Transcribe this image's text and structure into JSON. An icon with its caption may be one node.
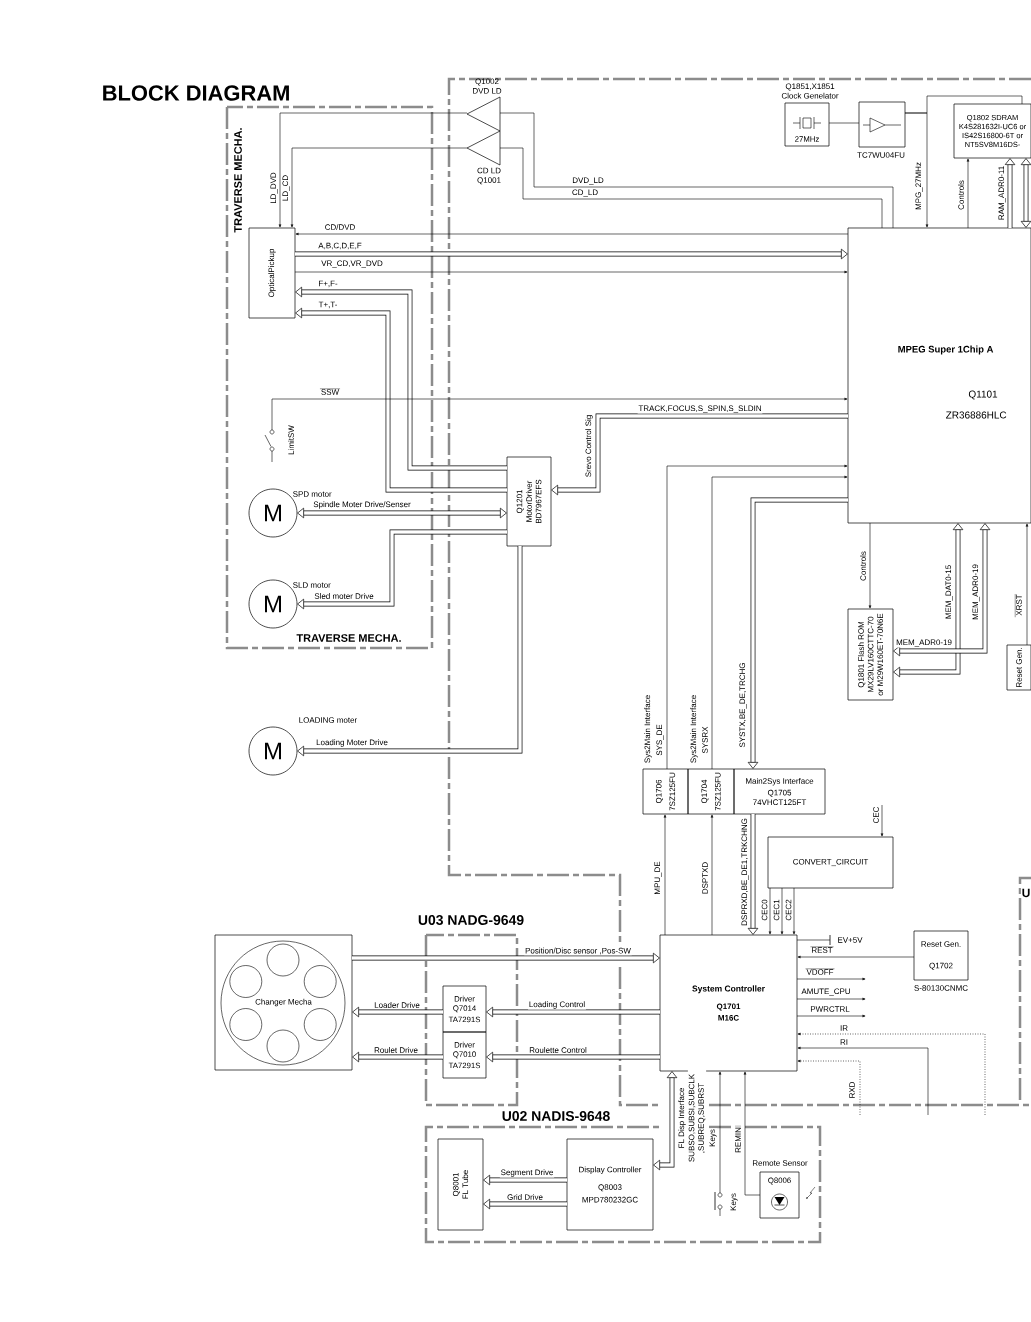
{
  "diagram": {
    "title": "BLOCK DIAGRAM",
    "nodes": [
      {
        "text": [
          "TRAVERSE MECHA.",
          "TRAVERSE MECHA."
        ]
      },
      {
        "text": [
          "OpticalPickup"
        ],
        "in": 0
      },
      {
        "text": [
          "LimitSW"
        ],
        "in": 0
      },
      {
        "text": [
          "M"
        ],
        "beside": [
          "SPD motor"
        ],
        "in": 0
      },
      {
        "text": [
          "M"
        ],
        "beside": [
          "SLD motor"
        ],
        "in": 0
      },
      {
        "text": [
          "Q1002 DVD LD"
        ]
      },
      {
        "text": [
          "CD LD Q1001"
        ]
      },
      {
        "text": [
          "Q1851,X1851 Clock Genelator",
          "27MHz"
        ]
      },
      {
        "text": [
          "TC7WU04FU"
        ]
      },
      {
        "text": [
          "Q1802 SDRAM K4S281632I-UC6 or IS42S16800-6T or NT5SV8M16DS-"
        ]
      },
      {
        "text": [
          "MPEG Super 1Chip A",
          "Q1101",
          "ZR36886HLC"
        ]
      },
      {
        "text": [
          "Q1201 MotorDriver BD7967EFS"
        ]
      },
      {
        "text": [
          "M"
        ],
        "beside": [
          "LOADING moter"
        ]
      },
      {
        "text": [
          "Q1801 Flash ROM MX29LV160CTTC-70 or M29W160ET-70N6E"
        ]
      },
      {
        "text": [
          "Reset Gen."
        ]
      },
      {
        "text": [
          "Q1706",
          "7SZ125FU"
        ],
        "beside": [
          "Sys2Main Interface"
        ]
      },
      {
        "text": [
          "Q1704",
          "7SZ125FU"
        ],
        "beside": [
          "Sys2Main Interface"
        ]
      },
      {
        "text": [
          "Main2Sys Interface",
          "Q1705",
          "74VHCT125FT"
        ]
      },
      {
        "text": [
          "CONVERT_CIRCUIT"
        ]
      },
      {
        "text": [
          "U03 NADG-9649"
        ]
      },
      {
        "text": [
          "Changer Mecha"
        ]
      },
      {
        "text": [
          "Driver Q7014",
          "TA7291S"
        ],
        "in": 19
      },
      {
        "text": [
          "Driver Q7010",
          "TA7291S"
        ],
        "in": 19
      },
      {
        "text": [
          "System Controller",
          "Q1701",
          "M16C"
        ]
      },
      {
        "text": [
          "Reset Gen.",
          "Q1702"
        ],
        "beside": [
          "S-80130CNMC"
        ]
      },
      {
        "text": [
          "U02 NADIS-9648"
        ]
      },
      {
        "text": [
          "Q8001 FL Tube"
        ],
        "in": 25
      },
      {
        "text": [
          "Display Controller",
          "Q8003",
          "MPD780232GC"
        ],
        "in": 25
      },
      {
        "text": [
          "Remote Sensor",
          "Q8006"
        ],
        "in": 25
      },
      {
        "text": [
          "Keys"
        ],
        "in": 25
      }
    ],
    "edges": [
      {
        "from": 5,
        "to": 1,
        "arrow": "to",
        "label": "LD_DVD"
      },
      {
        "from": 6,
        "to": 1,
        "arrow": "to",
        "label": "LD_CD"
      },
      {
        "from": 10,
        "to": 5,
        "arrow": "none",
        "label": "DVD_LD"
      },
      {
        "from": 10,
        "to": 6,
        "arrow": "none",
        "label": "CD_LD"
      },
      {
        "from": 10,
        "to": 1,
        "arrow": "to",
        "label": "CD/DVD"
      },
      {
        "from": 1,
        "to": 10,
        "arrow": "to",
        "label": "A,B,C,D,E,F",
        "style": "thick"
      },
      {
        "from": 1,
        "to": 10,
        "arrow": "to",
        "label": "VR_CD,VR_DVD"
      },
      {
        "from": 11,
        "to": 1,
        "arrow": "to",
        "label": "F+,F-",
        "style": "thick"
      },
      {
        "from": 11,
        "to": 1,
        "arrow": "to",
        "label": "T+,T-",
        "style": "thick"
      },
      {
        "from": 2,
        "to": 10,
        "arrow": "to",
        "label": "SSW"
      },
      {
        "from": 10,
        "to": 11,
        "arrow": "to",
        "label": "TRACK,FOCUS,S_SPIN,S_SLDIN",
        "style": "thick"
      },
      {
        "from": 11,
        "to": 3,
        "arrow": "both",
        "label": "Spindle Moter Drive/Senser",
        "style": "thick"
      },
      {
        "from": 11,
        "to": 4,
        "arrow": "to",
        "label": "Sled moter Drive",
        "style": "thick"
      },
      {
        "from": 11,
        "to": 12,
        "arrow": "to",
        "label": "Loading Moter Drive",
        "style": "thick"
      },
      {
        "from": 7,
        "to": 8,
        "arrow": "none"
      },
      {
        "from": 8,
        "to": 10,
        "arrow": "to",
        "label": "MPG_27MHz"
      },
      {
        "from": 8,
        "to": 9,
        "arrow": "none"
      },
      {
        "from": 10,
        "to": 9,
        "arrow": "to",
        "label": "Controls"
      },
      {
        "from": 10,
        "to": 9,
        "arrow": "to",
        "label": "RAM_ADR0-11",
        "style": "thick"
      },
      {
        "from": 10,
        "to": 9,
        "arrow": "both",
        "style": "thick"
      },
      {
        "from": 10,
        "to": 13,
        "arrow": "to",
        "label": "Controls"
      },
      {
        "from": 13,
        "to": 10,
        "arrow": "both",
        "label": "MEM_DAT0-15",
        "style": "thick"
      },
      {
        "from": 13,
        "to": 10,
        "arrow": "both",
        "label": "MEM_ADR0-19",
        "style": "thick"
      },
      {
        "from": 14,
        "to": 10,
        "arrow": "to",
        "label": "XRST"
      },
      {
        "from": 15,
        "to": 10,
        "arrow": "to",
        "label": "SYS_DE"
      },
      {
        "from": 16,
        "to": 10,
        "arrow": "to",
        "label": "SYSRX"
      },
      {
        "from": 10,
        "to": 17,
        "arrow": "to",
        "label": "SYSTX,BE_DE,TRCHG",
        "style": "thick"
      },
      {
        "from": 23,
        "to": 15,
        "arrow": "to",
        "label": "MPU_DE"
      },
      {
        "from": 23,
        "to": 16,
        "arrow": "to",
        "label": "DSPTXD"
      },
      {
        "from": 17,
        "to": 23,
        "arrow": "to",
        "label": "DSPRXD,BE_DE1,TRKCHNG",
        "style": "thick"
      },
      {
        "from": null,
        "to": 18,
        "arrow": "to",
        "label": "CEC"
      },
      {
        "from": 18,
        "to": 23,
        "arrow": "to",
        "label": "CEC0"
      },
      {
        "from": 18,
        "to": 23,
        "arrow": "to",
        "label": "CEC1"
      },
      {
        "from": 18,
        "to": 23,
        "arrow": "to",
        "label": "CEC2"
      },
      {
        "from": 20,
        "to": 23,
        "arrow": "to",
        "label": "Position/Disc sensor ,Pos-SW",
        "style": "thick"
      },
      {
        "from": 23,
        "to": 21,
        "arrow": "to",
        "label": "Loading Control",
        "style": "thick"
      },
      {
        "from": 21,
        "to": 20,
        "arrow": "to",
        "label": "Loader Drive",
        "style": "thick"
      },
      {
        "from": 23,
        "to": 22,
        "arrow": "to",
        "label": "Roulette Control",
        "style": "thick"
      },
      {
        "from": 22,
        "to": 20,
        "arrow": "to",
        "label": "Roulet Drive",
        "style": "thick"
      },
      {
        "from": 24,
        "to": 23,
        "arrow": "to",
        "label": "REST"
      },
      {
        "from": 23,
        "to": null,
        "arrow": "to",
        "label": "VDOFF"
      },
      {
        "from": 23,
        "to": null,
        "arrow": "to",
        "label": "AMUTE_CPU"
      },
      {
        "from": 23,
        "to": null,
        "arrow": "to",
        "label": "PWRCTRL"
      },
      {
        "from": null,
        "to": 23,
        "arrow": "to",
        "label": "IR",
        "style": "dashed"
      },
      {
        "from": null,
        "to": 23,
        "arrow": "to",
        "label": "RI"
      },
      {
        "from": null,
        "to": 23,
        "arrow": "to",
        "label": "RXD",
        "style": "dashed"
      },
      {
        "from": 23,
        "to": 27,
        "arrow": "both",
        "label": "SUBSO,SUBSI,SUBCLK ,SUBREQ,SUBRST",
        "style": "thick"
      },
      {
        "from": 29,
        "to": 23,
        "arrow": "to",
        "label": "Keys"
      },
      {
        "from": 28,
        "to": 23,
        "arrow": "to",
        "label": "REMIN"
      },
      {
        "from": 27,
        "to": 26,
        "arrow": "to",
        "label": "Segment Drive",
        "style": "thick"
      },
      {
        "from": 27,
        "to": 26,
        "arrow": "to",
        "label": "Grid Drive",
        "style": "thick"
      }
    ],
    "labels": [
      "Srevo Control Sig",
      "MEM_ADR0-19",
      "U",
      "EV+5V",
      "FL Disp Interface"
    ]
  }
}
